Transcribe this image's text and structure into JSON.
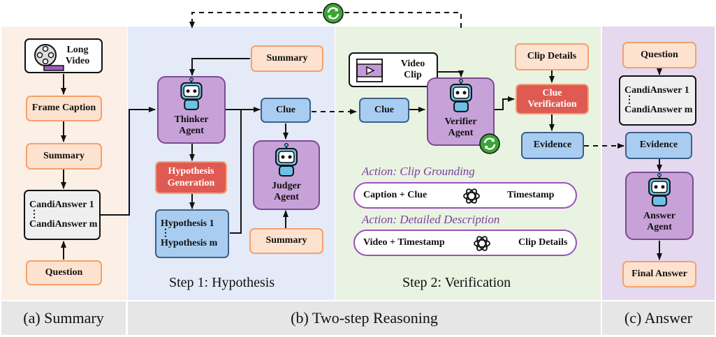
{
  "panels": {
    "summary": {
      "footer": "(a) Summary"
    },
    "reasoning": {
      "footer": "(b) Two-step Reasoning",
      "step1": "Step 1: Hypothesis",
      "step2": "Step 2: Verification"
    },
    "answer": {
      "footer": "(c) Answer"
    }
  },
  "summary_panel": {
    "long_video": "Long Video",
    "frame_caption": "Frame Caption",
    "summary": "Summary",
    "candi_1": "CandiAnswer 1",
    "dots": "⋮",
    "candi_m": "CandiAnswer m",
    "question": "Question"
  },
  "hypothesis_panel": {
    "summary_top": "Summary",
    "thinker": "Thinker Agent",
    "hypothesis_generation": "Hypothesis Generation",
    "hyp_1": "Hypothesis 1",
    "dots": "⋮",
    "hyp_m": "Hypothesis m",
    "clue": "Clue",
    "judger": "Judger Agent",
    "summary_bottom": "Summary"
  },
  "verification_panel": {
    "video_clip": "Video Clip",
    "clue": "Clue",
    "verifier": "Verifier Agent",
    "clip_details": "Clip Details",
    "clue_verification": "Clue Verification",
    "evidence": "Evidence",
    "action1": "Action: Clip Grounding",
    "action1_in": "Caption  +  Clue",
    "action1_out": "Timestamp",
    "action2": "Action: Detailed Description",
    "action2_in": "Video + Timestamp",
    "action2_out": "Clip Details"
  },
  "answer_panel": {
    "question": "Question",
    "candi_1": "CandiAnswer 1",
    "dots": "⋮",
    "candi_m": "CandiAnswer m",
    "evidence": "Evidence",
    "answer_agent": "Answer Agent",
    "final_answer": "Final Answer"
  },
  "colors": {
    "summary_bg": "#fcefe6",
    "hypothesis_bg": "#e4eaf7",
    "verification_bg": "#e9f3e1",
    "answer_bg": "#e4d9ee",
    "orange_border": "#f5a06a",
    "blue_box": "#a9cdf0",
    "agent_purple": "#c7a2d8",
    "red_box": "#de5a52",
    "refresh_green": "#3aa535"
  },
  "icons": [
    "film-reel-icon",
    "robot-icon",
    "refresh-icon",
    "video-clip-icon",
    "openai-logo-icon"
  ]
}
